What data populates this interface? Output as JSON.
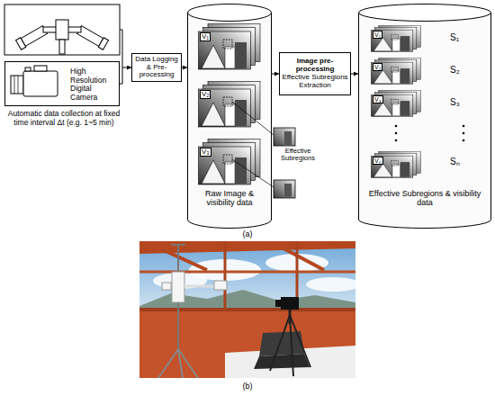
{
  "diagram": {
    "nodes": [
      {
        "text": [
          "High Resolution Digital Camera"
        ]
      },
      {
        "text": [
          "Data Logging & Pre-processing"
        ]
      },
      {
        "text": [
          "Raw Image & visibility data"
        ]
      },
      {
        "text": [
          "V₁"
        ],
        "in": 2
      },
      {
        "text": [
          "V₂"
        ],
        "in": 2
      },
      {
        "text": [
          "V₃"
        ],
        "in": 2
      },
      {
        "text": [
          "Image pre-processing",
          "Effective Subregions Extraction"
        ]
      },
      {
        "text": [
          "Effective Subregions & visibility data"
        ]
      },
      {
        "text": [
          "V₁"
        ],
        "in": 7
      },
      {
        "text": [
          "V₂"
        ],
        "in": 7
      },
      {
        "text": [
          "V₃"
        ],
        "in": 7
      },
      {
        "text": [
          "Vₙ"
        ],
        "in": 7
      }
    ],
    "edges": [
      {
        "from": 0,
        "to": 1,
        "arrow": "to"
      },
      {
        "from": 1,
        "to": 2,
        "arrow": "to"
      },
      {
        "from": 2,
        "to": 6,
        "arrow": "to"
      },
      {
        "from": 6,
        "to": 7,
        "arrow": "to"
      }
    ],
    "labels": [
      "Automatic data collection at fixed time interval Δt (e.g. 1~5 min)",
      "Effective Subregions",
      "S₁",
      "S₂",
      "S₃",
      "Sₙ",
      "(a)",
      "(b)"
    ]
  }
}
